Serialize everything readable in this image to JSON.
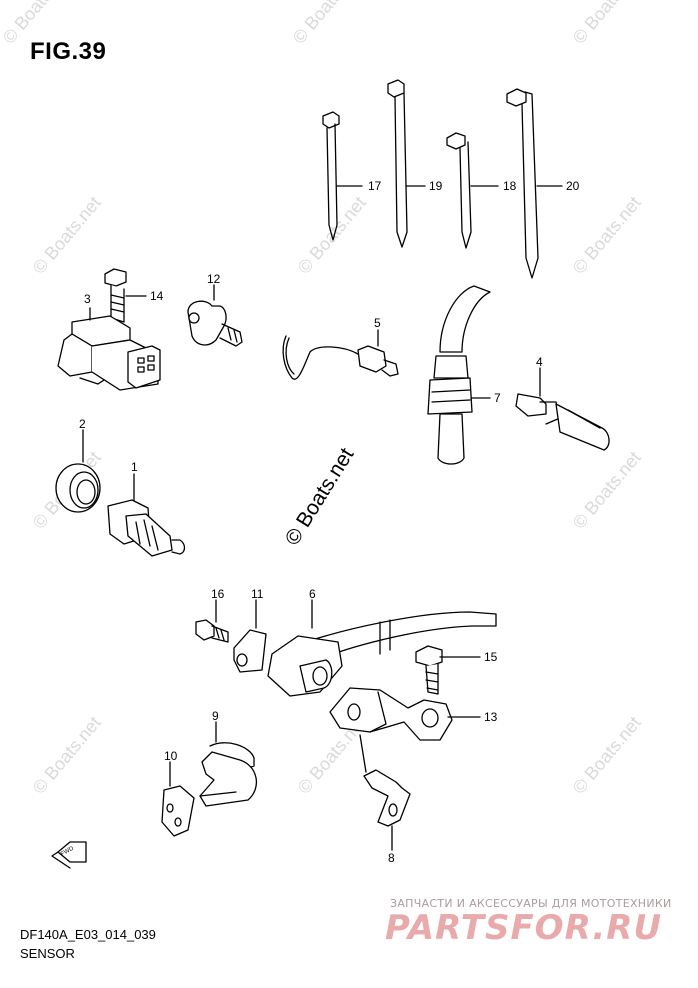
{
  "figure": {
    "title": "FIG.39",
    "code": "DF140A_E03_014_039",
    "caption": "SENSOR",
    "center_watermark": "© Boats.net",
    "corner_watermark": "© Boats.net",
    "brand_tagline": "ЗАПЧАСТИ И АКСЕССУАРЫ ДЛЯ МОТОТЕХНИКИ",
    "brand_logo": "PARTSFOR.RU",
    "fwd_label": "FWD"
  },
  "callouts": {
    "c1": "1",
    "c2": "2",
    "c3": "3",
    "c4": "4",
    "c5": "5",
    "c6": "6",
    "c7": "7",
    "c8": "8",
    "c9": "9",
    "c10": "10",
    "c11": "11",
    "c12": "12",
    "c13": "13",
    "c14": "14",
    "c15": "15",
    "c16": "16",
    "c17": "17",
    "c18": "18",
    "c19": "19",
    "c20": "20"
  }
}
